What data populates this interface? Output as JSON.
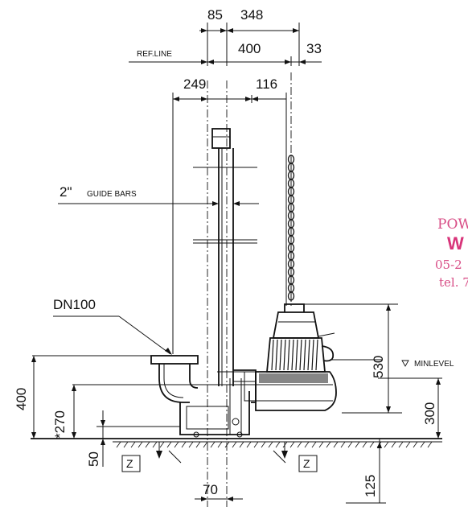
{
  "dimensions": {
    "top_85": "85",
    "top_348": "348",
    "ref_400": "400",
    "ref_33": "33",
    "width_249": "249",
    "width_116": "116",
    "height_530": "530",
    "height_300": "300",
    "height_400": "400",
    "height_270": "*270",
    "height_50": "50",
    "depth_125": "125",
    "bottom_70": "70"
  },
  "labels": {
    "ref_line": "REF.LINE",
    "guide_bar_size": "2\"",
    "guide_bars": "GUIDE BARS",
    "outlet": "DN100",
    "min_level": "MINLEVEL",
    "section_z_left": "Z",
    "section_z_right": "Z"
  },
  "watermark": {
    "line1": "POW",
    "line2": "W",
    "line3": "05-2",
    "line4": "tel. 7"
  }
}
